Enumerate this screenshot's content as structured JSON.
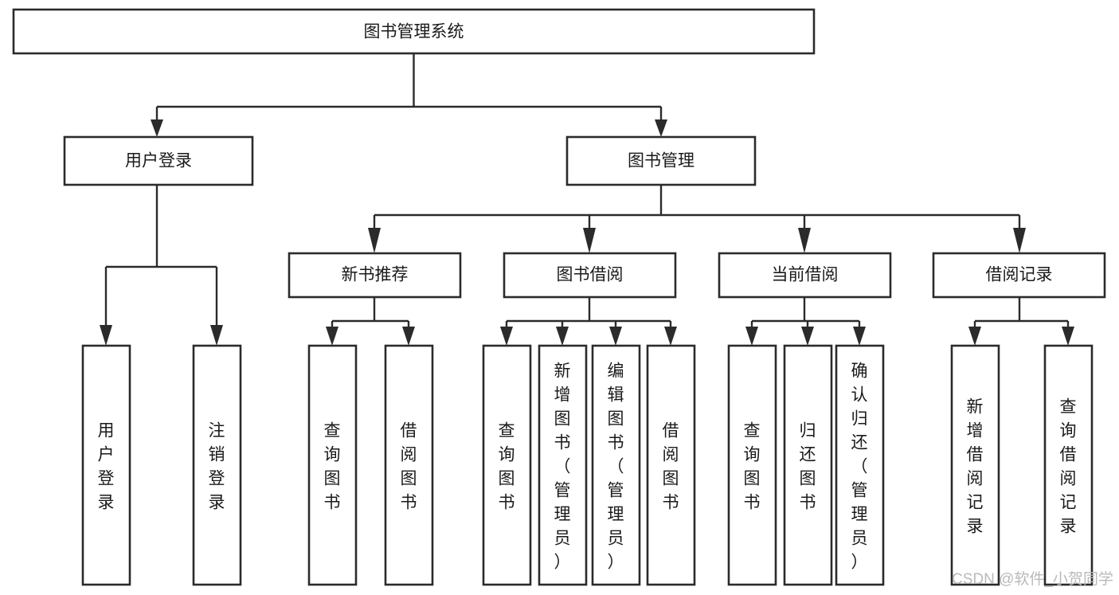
{
  "diagram": {
    "title": "图书管理系统",
    "type": "hierarchy-tree",
    "levels": 4,
    "root": {
      "id": "root",
      "label": "图书管理系统",
      "orientation": "horizontal"
    },
    "level2": [
      {
        "id": "user-login",
        "label": "用户登录",
        "orientation": "horizontal"
      },
      {
        "id": "book-management",
        "label": "图书管理",
        "orientation": "horizontal"
      }
    ],
    "level3": [
      {
        "id": "new-book-recommend",
        "label": "新书推荐",
        "orientation": "horizontal",
        "parent": "book-management"
      },
      {
        "id": "book-borrow",
        "label": "图书借阅",
        "orientation": "horizontal",
        "parent": "book-management"
      },
      {
        "id": "current-borrow",
        "label": "当前借阅",
        "orientation": "horizontal",
        "parent": "book-management"
      },
      {
        "id": "borrow-record",
        "label": "借阅记录",
        "orientation": "horizontal",
        "parent": "book-management"
      }
    ],
    "leaves": [
      {
        "id": "leaf-user-login",
        "label": "用户登录",
        "orientation": "vertical",
        "parent": "user-login"
      },
      {
        "id": "leaf-logout-login",
        "label": "注销登录",
        "orientation": "vertical",
        "parent": "user-login"
      },
      {
        "id": "leaf-query-book-1",
        "label": "查询图书",
        "orientation": "vertical",
        "parent": "new-book-recommend"
      },
      {
        "id": "leaf-borrow-book-1",
        "label": "借阅图书",
        "orientation": "vertical",
        "parent": "new-book-recommend"
      },
      {
        "id": "leaf-query-book-2",
        "label": "查询图书",
        "orientation": "vertical",
        "parent": "book-borrow"
      },
      {
        "id": "leaf-add-book",
        "label": "新增图书（管理员）",
        "orientation": "vertical",
        "parent": "book-borrow"
      },
      {
        "id": "leaf-edit-book",
        "label": "编辑图书（管理员）",
        "orientation": "vertical",
        "parent": "book-borrow"
      },
      {
        "id": "leaf-borrow-book-2",
        "label": "借阅图书",
        "orientation": "vertical",
        "parent": "book-borrow"
      },
      {
        "id": "leaf-query-book-3",
        "label": "查询图书",
        "orientation": "vertical",
        "parent": "current-borrow"
      },
      {
        "id": "leaf-return-book",
        "label": "归还图书",
        "orientation": "vertical",
        "parent": "current-borrow"
      },
      {
        "id": "leaf-confirm-return",
        "label": "确认归还（管理员）",
        "orientation": "vertical",
        "parent": "current-borrow"
      },
      {
        "id": "leaf-add-record",
        "label": "新增借阅记录",
        "orientation": "vertical",
        "parent": "borrow-record"
      },
      {
        "id": "leaf-query-record",
        "label": "查询借阅记录",
        "orientation": "vertical",
        "parent": "borrow-record"
      }
    ]
  },
  "watermark": {
    "text": "CSDN @软件_小贺同学"
  },
  "colors": {
    "background": "#ffffff",
    "box_fill": "#ffffff",
    "box_stroke": "#2b2b2b",
    "connector": "#2b2b2b",
    "text": "#1a1a1a",
    "watermark": "#b9b9b9"
  }
}
